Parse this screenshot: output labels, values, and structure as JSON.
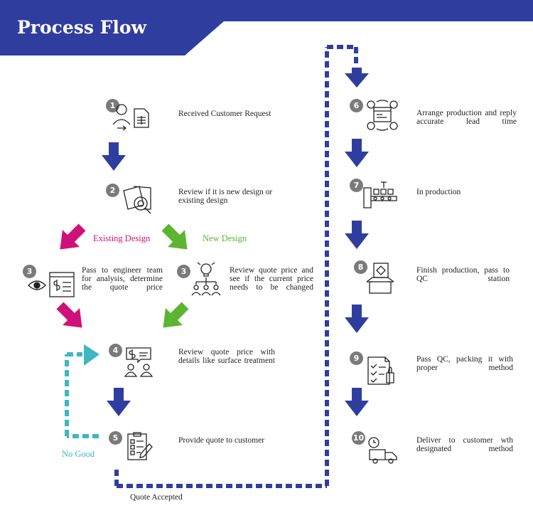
{
  "title": "Process Flow",
  "colors": {
    "primary": "#2f3e9e",
    "magenta": "#d0107a",
    "green": "#5cb531",
    "teal": "#3cb7c3"
  },
  "steps": [
    {
      "number": "1",
      "text": "Received Customer Request",
      "icon": "customer-request-icon"
    },
    {
      "number": "2",
      "text": "Review if it is new design or existing design",
      "icon": "design-review-icon"
    },
    {
      "number": "3",
      "text": "Pass to engineer team for analysis, determine the quote price",
      "icon": "engineer-analysis-icon"
    },
    {
      "number": "3",
      "text": "Review quote price and see if the current price needs to be changed",
      "icon": "team-idea-icon"
    },
    {
      "number": "4",
      "text": "Review quote price with details like surface treatment",
      "icon": "quote-discussion-icon"
    },
    {
      "number": "5",
      "text": "Provide quote to customer",
      "icon": "quote-document-icon"
    },
    {
      "number": "6",
      "text": "Arrange production and reply accurate lead time",
      "icon": "production-planning-icon"
    },
    {
      "number": "7",
      "text": "In production",
      "icon": "conveyor-production-icon"
    },
    {
      "number": "8",
      "text": "Finish production, pass to QC station",
      "icon": "package-box-icon"
    },
    {
      "number": "9",
      "text": "Pass QC, packing it with proper method",
      "icon": "checklist-approval-icon"
    },
    {
      "number": "10",
      "text": "Deliver to customer wth designated method",
      "icon": "delivery-truck-icon"
    }
  ],
  "branches": {
    "existing": "Existing Design",
    "new": "New Design"
  },
  "loops": {
    "no_good": "No Good",
    "quote_accepted": "Quote Accepted"
  }
}
